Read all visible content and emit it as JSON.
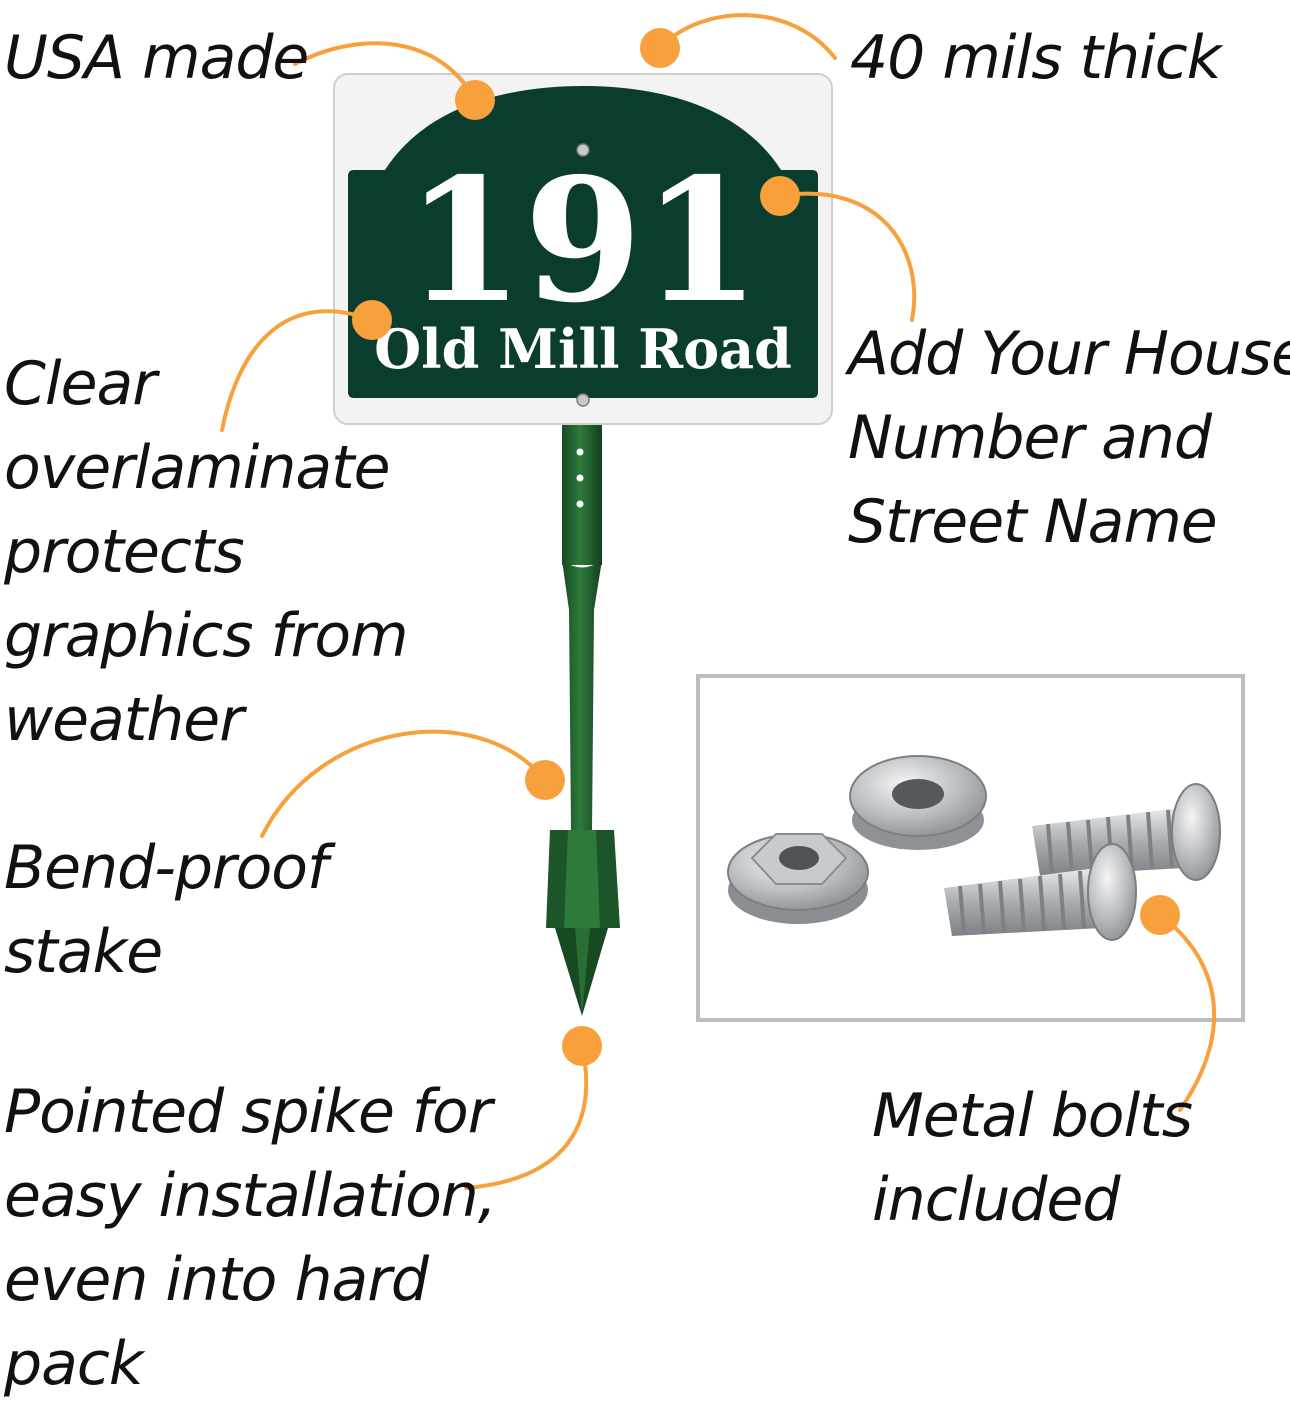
{
  "callouts": {
    "usa_made": "USA made",
    "thickness": "40 mils thick",
    "custom_text": [
      "Add Your House",
      "Number and",
      "Street Name"
    ],
    "overlaminate": [
      "Clear",
      "overlaminate",
      "protects",
      "graphics from",
      "weather"
    ],
    "stake": [
      "Bend-proof",
      "stake"
    ],
    "spike": [
      "Pointed spike for",
      "easy installation,",
      "even into hard",
      "pack"
    ],
    "bolts": [
      "Metal bolts",
      "included"
    ]
  },
  "sign": {
    "house_number": "191",
    "street_name": "Old Mill Road"
  },
  "colors": {
    "accent": "#F7A03C",
    "sign_green": "#0A3D2E",
    "stake_green": "#1E5A2C",
    "sign_border": "#F2F2F2",
    "text": "#111111"
  }
}
